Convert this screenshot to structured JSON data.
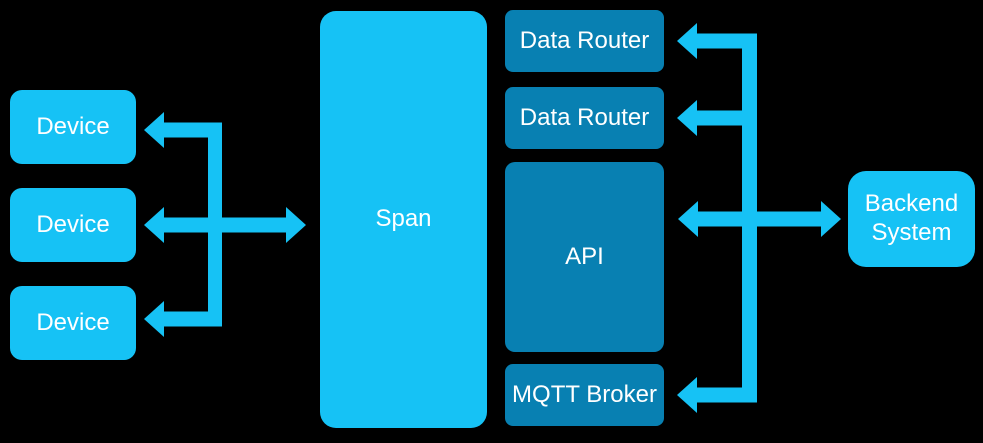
{
  "diagram": {
    "colors": {
      "background": "#000000",
      "bright_cyan": "#16C2F5",
      "dark_blue": "#0880B2",
      "label": "#FFFFFF"
    },
    "nodes": {
      "device_1": {
        "label": "Device"
      },
      "device_2": {
        "label": "Device"
      },
      "device_3": {
        "label": "Device"
      },
      "span": {
        "label": "Span"
      },
      "data_router_1": {
        "label": "Data Router"
      },
      "data_router_2": {
        "label": "Data Router"
      },
      "api": {
        "label": "API"
      },
      "mqtt_broker": {
        "label": "MQTT Broker"
      },
      "backend_system": {
        "label": "Backend System",
        "line1": "Backend",
        "line2": "System"
      }
    },
    "edges": [
      {
        "from": "span",
        "to": "device_1",
        "arrow": "single"
      },
      {
        "from": "span",
        "to": "device_2",
        "arrow": "double"
      },
      {
        "from": "span",
        "to": "device_3",
        "arrow": "single"
      },
      {
        "from": "backend_system",
        "to": "data_router_1",
        "arrow": "single"
      },
      {
        "from": "backend_system",
        "to": "data_router_2",
        "arrow": "single"
      },
      {
        "from": "backend_system",
        "to": "api",
        "arrow": "double"
      },
      {
        "from": "backend_system",
        "to": "mqtt_broker",
        "arrow": "single"
      }
    ]
  }
}
